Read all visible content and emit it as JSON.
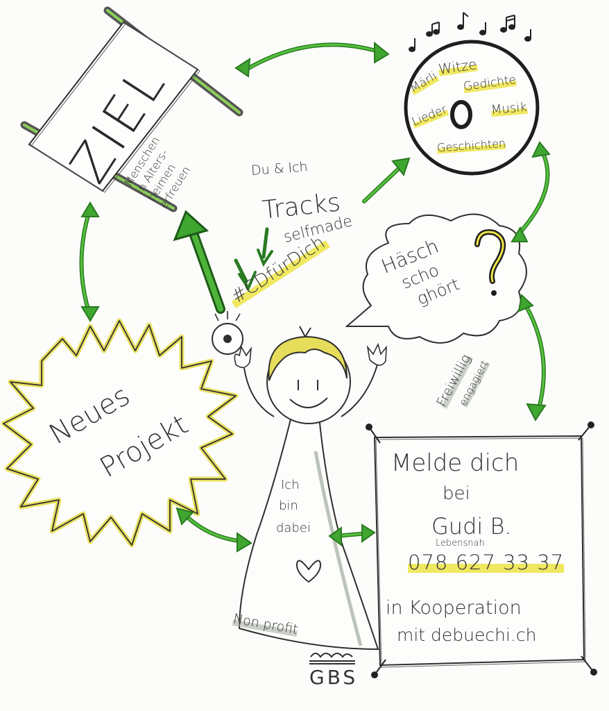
{
  "goal_sign": {
    "title": "ZIEL",
    "subtitle_lines": [
      "Menschen",
      "in Alters-",
      "heimen",
      "erfreuen"
    ]
  },
  "tracks": {
    "authors": "Du & Ich",
    "main": "Tracks",
    "sub": "selfmade"
  },
  "hashtag": "#CDfürDich",
  "cd_contents": {
    "items": [
      "Witze",
      "Gedichte",
      "Märli",
      "Musik",
      "Lieder",
      "Geschichten"
    ]
  },
  "speech_bubble": {
    "lines": [
      "Häsch",
      "scho",
      "ghört"
    ],
    "punctuation": "?"
  },
  "volunteer_label": {
    "line1": "Freiwillig",
    "line2": "engagiert"
  },
  "new_project": {
    "line1": "Neues",
    "line2": "Projekt"
  },
  "person_dress": {
    "lines": [
      "Ich",
      "bin",
      "dabei"
    ]
  },
  "nonprofit": "Non profit",
  "org_logo": "GBS",
  "contact": {
    "line1": "Melde dich",
    "line2": "bei",
    "name": "Gudi B.",
    "org": "Lebensnah",
    "phone": "078 627 33 37",
    "coop_line1": "in Kooperation",
    "coop_line2": "mit debuechi.ch"
  },
  "colors": {
    "arrow_green": "#3fa630",
    "arrow_dark": "#2a7a22",
    "highlight_yellow": "#eee446",
    "ink": "#2e2e2e",
    "hair_yellow": "#d8cf48"
  },
  "icons": [
    "music-notes-icon",
    "heart-icon",
    "question-mark-icon",
    "cd-icon"
  ]
}
